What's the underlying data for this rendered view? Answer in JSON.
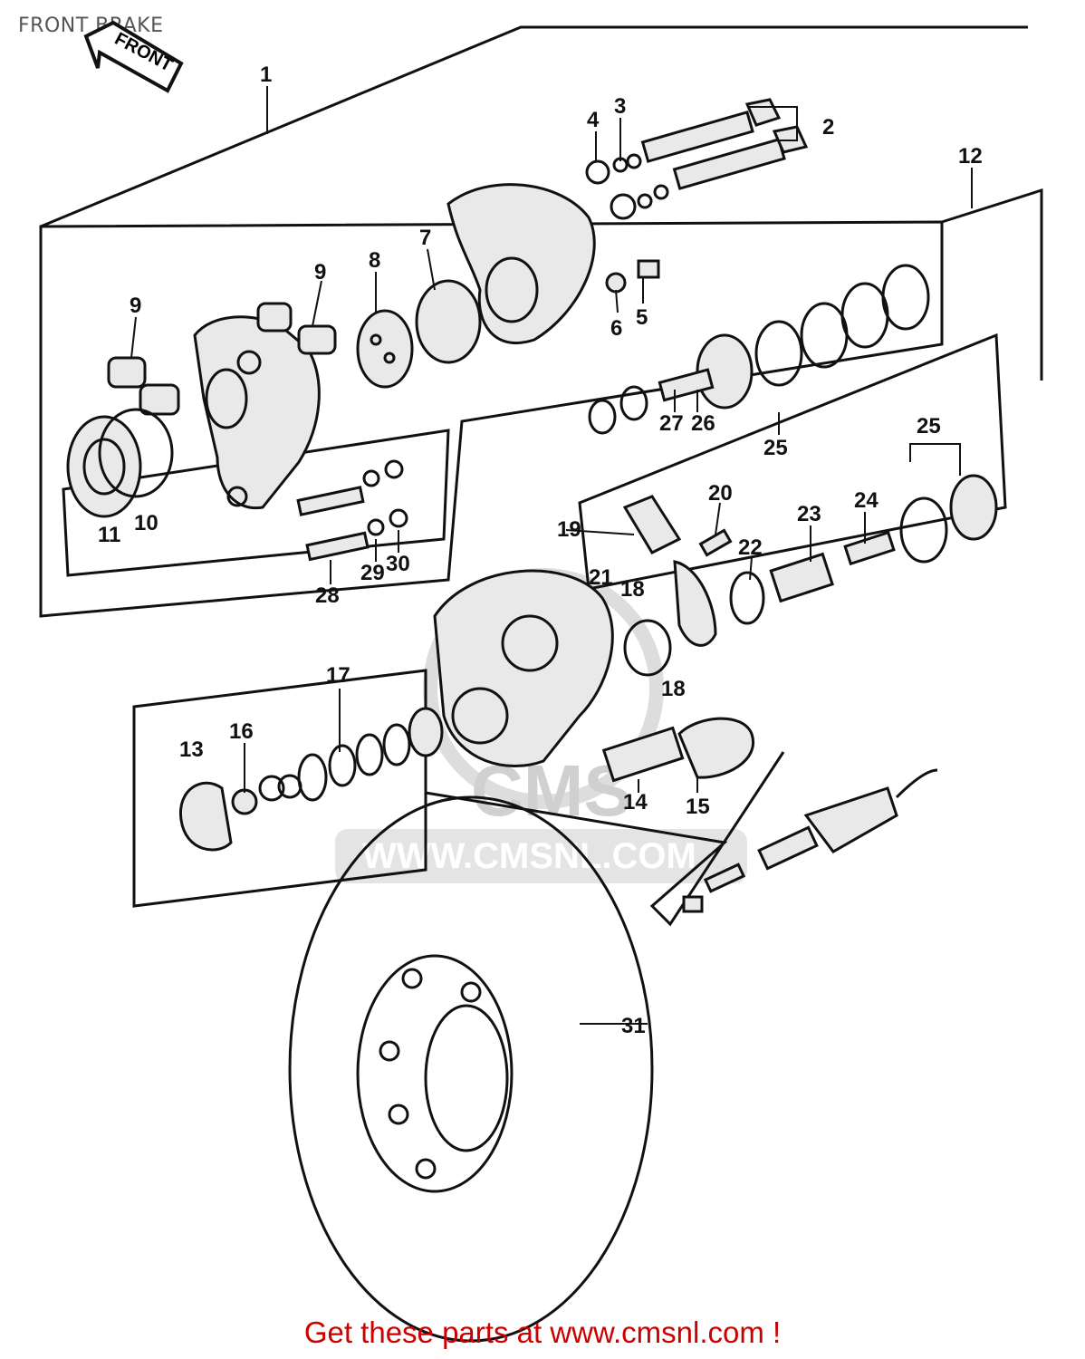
{
  "page": {
    "title": "FRONT BRAKE"
  },
  "arrow": {
    "label": "FRONT"
  },
  "watermark": {
    "text": "WWW.CMSNL.COM",
    "logo_text": "CMS"
  },
  "callouts": {
    "c1": "1",
    "c2": "2",
    "c3": "3",
    "c4": "4",
    "c5": "5",
    "c6": "6",
    "c7": "7",
    "c8": "8",
    "c9a": "9",
    "c9b": "9",
    "c10": "10",
    "c11": "11",
    "c12": "12",
    "c13": "13",
    "c14": "14",
    "c15": "15",
    "c16": "16",
    "c17": "17",
    "c18a": "18",
    "c18b": "18",
    "c19": "19",
    "c20": "20",
    "c21": "21",
    "c22": "22",
    "c23": "23",
    "c24": "24",
    "c25a": "25",
    "c25b": "25",
    "c26": "26",
    "c27": "27",
    "c28": "28",
    "c29": "29",
    "c30": "30",
    "c31": "31"
  },
  "footer": {
    "text": "Get these parts at www.cmsnl.com !",
    "color": "#cc0000"
  }
}
